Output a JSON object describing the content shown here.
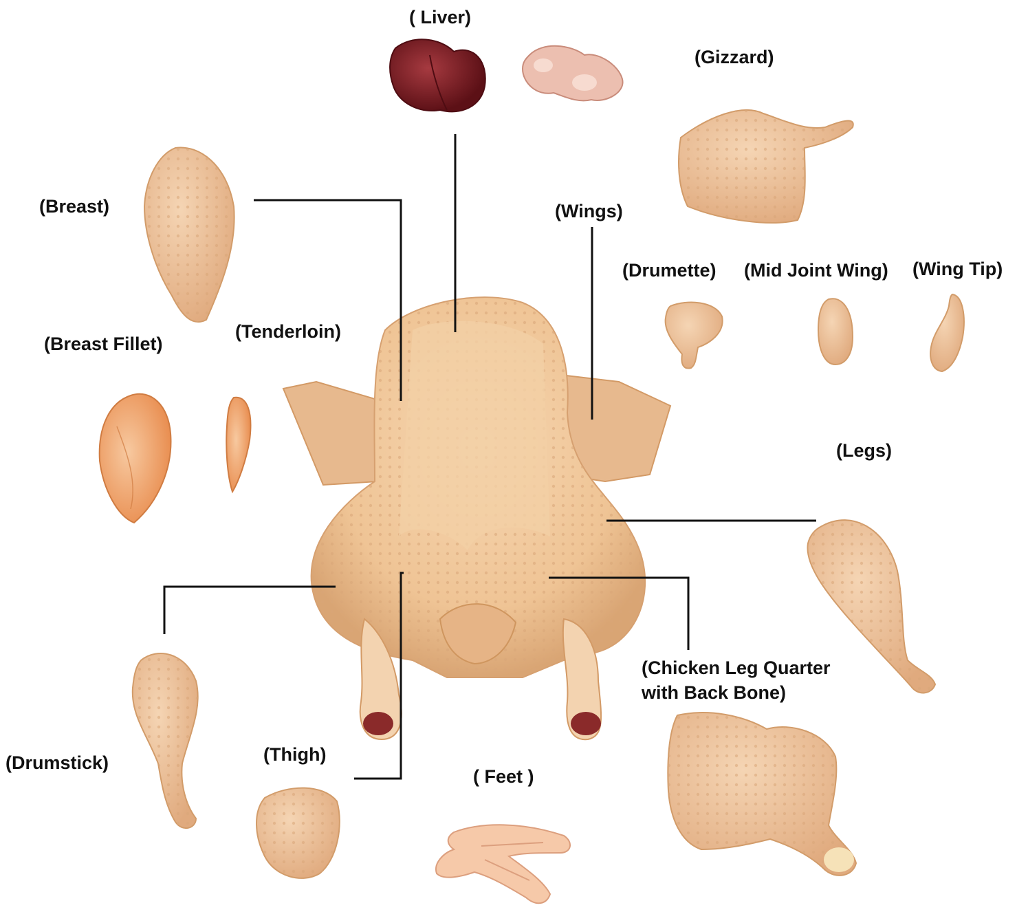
{
  "colors": {
    "background": "#ffffff",
    "label_text": "#111111",
    "leader_line": "#111111",
    "raw_skin": "#f1cba0",
    "raw_skin_shadow": "#d9a574",
    "breast_meat": "#f0a56c",
    "liver": "#7a1a22",
    "gizzard": "#e8b8a8",
    "feet": "#f6c9a9",
    "bone_end": "#8a2a2a"
  },
  "parts": {
    "liver": "( Liver)",
    "gizzard": "(Gizzard)",
    "breast": "(Breast)",
    "wings": "(Wings)",
    "drumette": "(Drumette)",
    "mid_joint_wing": "(Mid Joint Wing)",
    "wing_tip": "(Wing Tip)",
    "breast_fillet": "(Breast Fillet)",
    "tenderloin": "(Tenderloin)",
    "legs": "(Legs)",
    "leg_quarter": "(Chicken Leg Quarter\nwith Back Bone)",
    "drumstick": "(Drumstick)",
    "thigh": "(Thigh)",
    "feet": "( Feet )"
  }
}
